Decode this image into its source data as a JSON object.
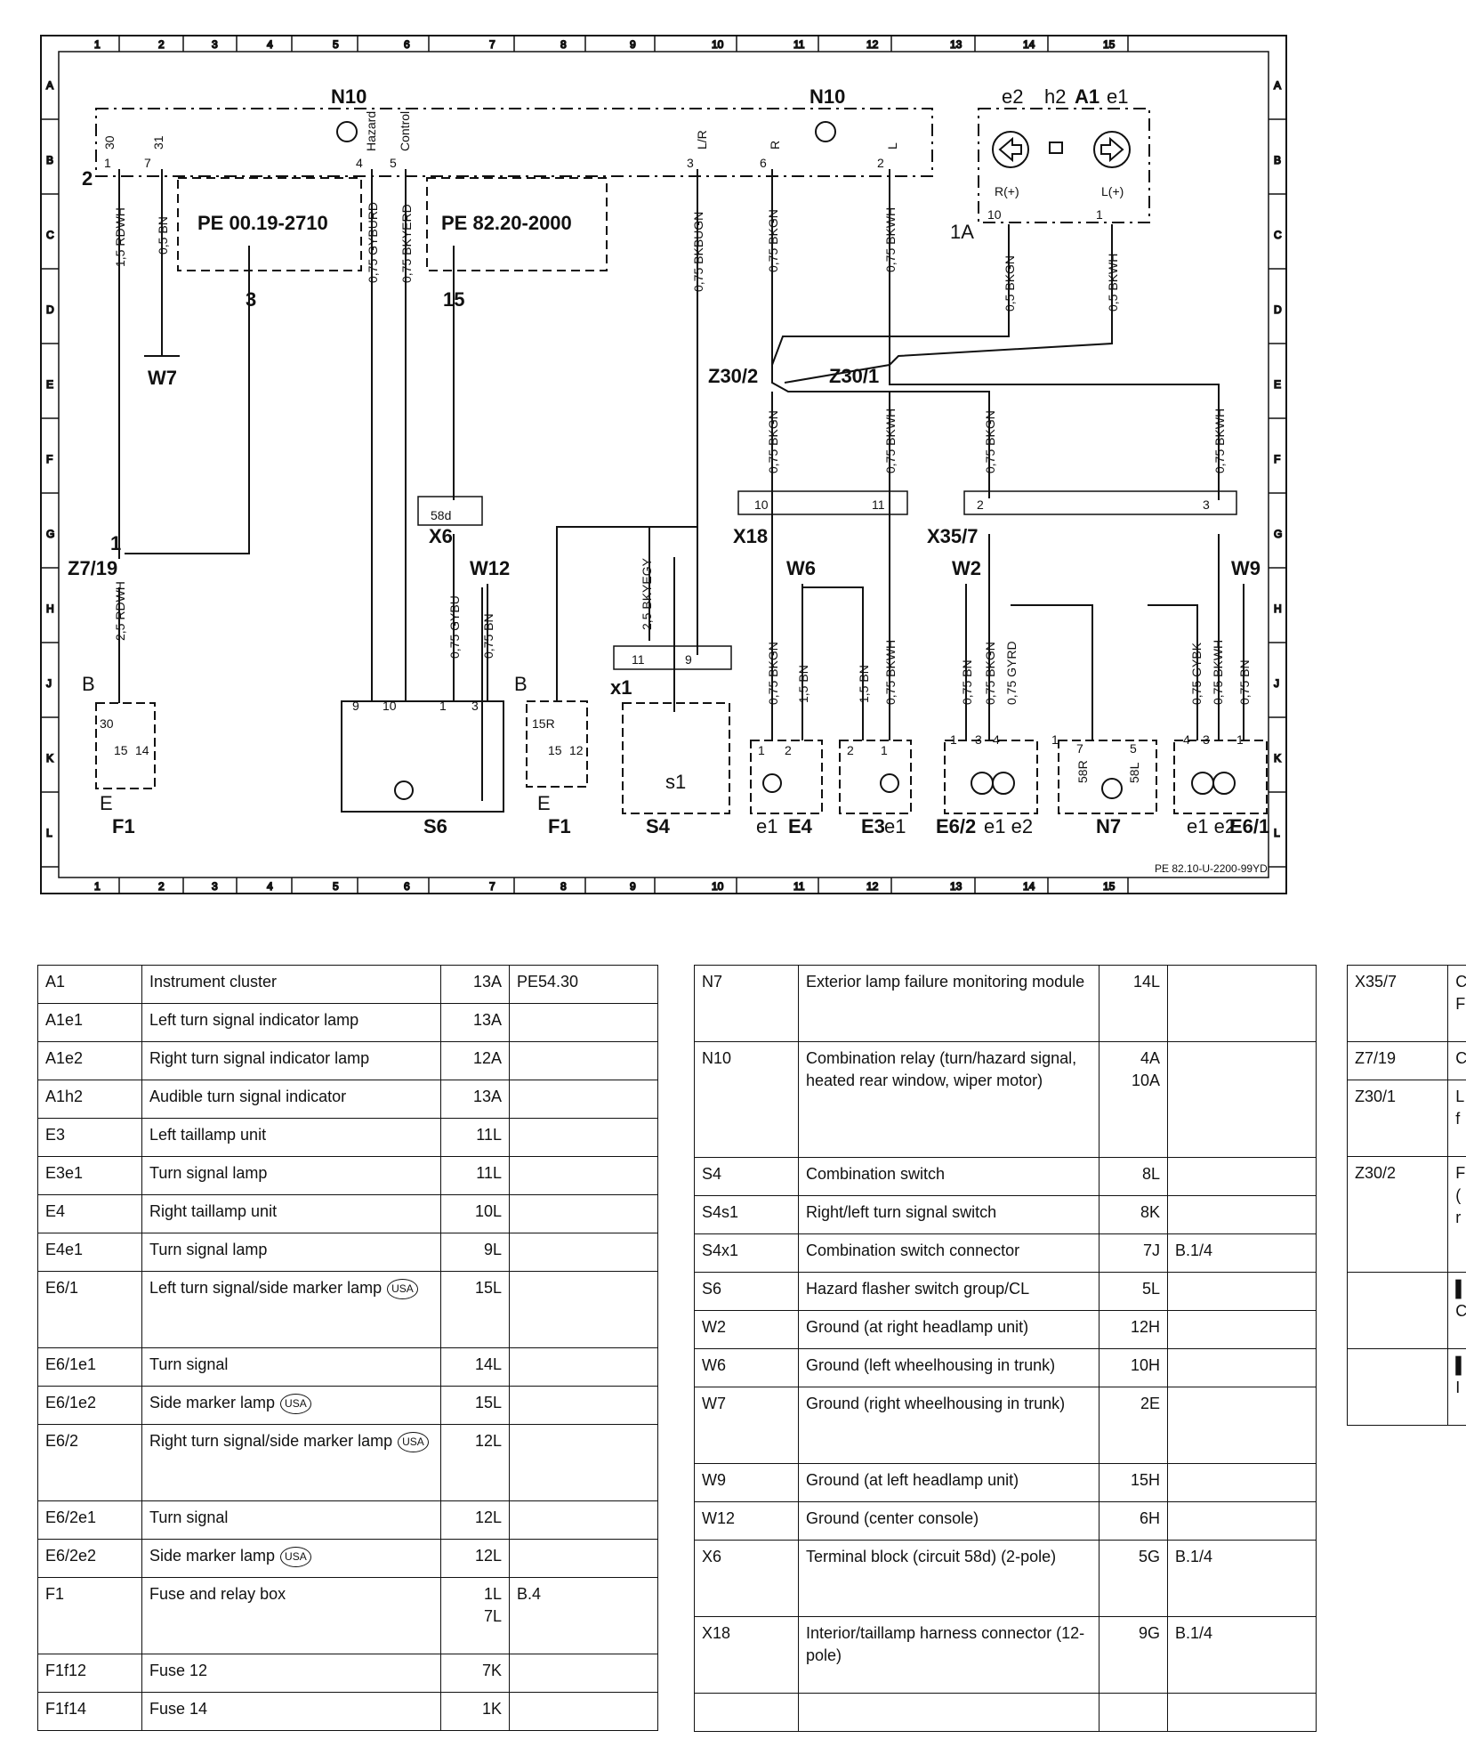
{
  "diagram": {
    "frame_numbers": [
      "1",
      "2",
      "3",
      "4",
      "5",
      "6",
      "7",
      "8",
      "9",
      "10",
      "11",
      "12",
      "13",
      "14",
      "15"
    ],
    "frame_letters": [
      "A",
      "B",
      "C",
      "D",
      "E",
      "F",
      "G",
      "H",
      "J",
      "K",
      "L"
    ],
    "components": {
      "n10_left": "N10",
      "n10_right": "N10",
      "a1": "A1",
      "a1_e2": "e2",
      "a1_h2": "h2",
      "a1_e1": "e1",
      "pe_ref_1": "PE 00.19-2710",
      "pe_ref_2": "PE 82.20-2000",
      "arrow_num_1": "3",
      "arrow_num_2": "15",
      "w7": "W7",
      "z7_19": "Z7/19",
      "z7_pin": "1",
      "x6": "X6",
      "x6_pin": "58d",
      "w12": "W12",
      "z30_2": "Z30/2",
      "z30_1": "Z30/1",
      "x18": "X18",
      "x35_7": "X35/7",
      "w6": "W6",
      "w2": "W2",
      "w9": "W9",
      "x1": "x1",
      "f1_left": "F1",
      "f1_mid": "F1",
      "s6": "S6",
      "s4": "S4",
      "s4_s1": "s1",
      "e4": "E4",
      "e3": "E3",
      "e4_e1": "e1",
      "e3_e1": "e1",
      "e6_2": "E6/2",
      "e6_2_pins": "e1 e2",
      "n7": "N7",
      "e6_1": "E6/1",
      "e6_1_pins": "e1 e2",
      "b_left": "B",
      "b_mid": "B",
      "e_left": "E",
      "e_mid": "E",
      "label_2": "2",
      "label_1a": "1A",
      "footer": "PE 82.10-U-2200-99YD"
    },
    "pins": {
      "n10_30": "30",
      "n10_31": "31",
      "n10_hazard": "Hazard",
      "n10_control": "Control",
      "n10_lr": "L/R",
      "n10_r": "R",
      "n10_l": "L",
      "n10_p1": "1",
      "n10_p7": "7",
      "n10_p4": "4",
      "n10_p5": "5",
      "n10_p3": "3",
      "n10_p6": "6",
      "n10_p2": "2",
      "a1_p10": "10",
      "a1_p1": "1",
      "a1_r": "R(+)",
      "a1_l": "L(+)",
      "x18_10": "10",
      "x18_11": "11",
      "x35_2": "2",
      "x35_3": "3",
      "s6_9": "9",
      "s6_10": "10",
      "s6_1": "1",
      "s6_3": "3",
      "x1_11": "11",
      "x1_9": "9",
      "f1_30": "30",
      "f1_15r": "15R",
      "f1_14": "14",
      "f1_12": "12",
      "f1_15a": "15",
      "f1_15b": "15",
      "e4_1": "1",
      "e4_2": "2",
      "e3_2": "2",
      "e3_1": "1",
      "e62_1": "1",
      "e62_3": "3",
      "e62_4": "4",
      "n7_1": "1",
      "n7_7": "7",
      "n7_5": "5",
      "n7_58r": "58R",
      "n7_58l": "58L",
      "e61_4": "4",
      "e61_3": "3",
      "e61_1": "1"
    },
    "wires": {
      "w1": "1,5 RDWH",
      "w2": "0,5 BN",
      "w3": "0,75 GYBURD",
      "w4": "0,75 BKYERD",
      "w5": "0,75 BKBUGN",
      "w6": "0,75 BKGN",
      "w7": "0,75 BKWH",
      "w8": "0,5 BKGN",
      "w9": "0,5 BKWH",
      "w10": "0,75 BKGN",
      "w11": "0,75 BKWH",
      "w12": "0,75 BKGN",
      "w13": "0,75 BKWH",
      "w14": "2,5 RDWH",
      "w15": "0,75 GYBU",
      "w16": "0,75 BN",
      "w17": "2,5 BKYEGY",
      "w18": "0,75 BKGN",
      "w19": "1,5 BN",
      "w20": "1,5 BN",
      "w21": "0,75 BKWH",
      "w22": "0,75 BN",
      "w23": "0,75 BKGN",
      "w24": "0,75 GYRD",
      "w25": "0,75 GYBK",
      "w26": "0,75 BKWH",
      "w27": "0,75 BN"
    }
  },
  "legend": {
    "table1": [
      {
        "code": "A1",
        "desc": "Instrument cluster",
        "loc": [
          "13A"
        ],
        "ref": "PE54.30"
      },
      {
        "code": "A1e1",
        "desc": "Left turn signal indicator lamp",
        "loc": [
          "13A"
        ],
        "ref": ""
      },
      {
        "code": "A1e2",
        "desc": "Right turn signal indicator lamp",
        "loc": [
          "12A"
        ],
        "ref": ""
      },
      {
        "code": "A1h2",
        "desc": "Audible turn signal indicator",
        "loc": [
          "13A"
        ],
        "ref": ""
      },
      {
        "code": "E3",
        "desc": "Left taillamp unit",
        "loc": [
          "11L"
        ],
        "ref": ""
      },
      {
        "code": "E3e1",
        "desc": "Turn signal lamp",
        "loc": [
          "11L"
        ],
        "ref": ""
      },
      {
        "code": "E4",
        "desc": "Right taillamp unit",
        "loc": [
          "10L"
        ],
        "ref": ""
      },
      {
        "code": "E4e1",
        "desc": "Turn signal lamp",
        "loc": [
          "9L"
        ],
        "ref": ""
      },
      {
        "code": "E6/1",
        "desc": "Left turn signal/side marker lamp",
        "usa": "USA",
        "loc": [
          "15L"
        ],
        "ref": "",
        "h": 86
      },
      {
        "code": "E6/1e1",
        "desc": "Turn signal",
        "loc": [
          "14L"
        ],
        "ref": ""
      },
      {
        "code": "E6/1e2",
        "desc": "Side marker lamp",
        "usa": "USA",
        "loc": [
          "15L"
        ],
        "ref": ""
      },
      {
        "code": "E6/2",
        "desc": "Right turn signal/side marker lamp",
        "usa": "USA",
        "loc": [
          "12L"
        ],
        "ref": "",
        "h": 86
      },
      {
        "code": "E6/2e1",
        "desc": "Turn signal",
        "loc": [
          "12L"
        ],
        "ref": ""
      },
      {
        "code": "E6/2e2",
        "desc": "Side marker lamp",
        "usa": "USA",
        "loc": [
          "12L"
        ],
        "ref": ""
      },
      {
        "code": "F1",
        "desc": "Fuse and relay box",
        "loc": [
          "1L",
          "7L"
        ],
        "ref": "B.4",
        "h": 86
      },
      {
        "code": "F1f12",
        "desc": "Fuse 12",
        "loc": [
          "7K"
        ],
        "ref": ""
      },
      {
        "code": "F1f14",
        "desc": "Fuse 14",
        "loc": [
          "1K"
        ],
        "ref": ""
      }
    ],
    "table2": [
      {
        "code": "N7",
        "desc": "Exterior lamp failure monitoring module",
        "loc": [
          "14L"
        ],
        "ref": "",
        "h": 86
      },
      {
        "code": "N10",
        "desc": "Combination relay (turn/hazard signal,\nheated rear window, wiper motor)",
        "loc": [
          "4A",
          "10A"
        ],
        "ref": "",
        "h": 130
      },
      {
        "code": "S4",
        "desc": "Combination switch",
        "loc": [
          "8L"
        ],
        "ref": ""
      },
      {
        "code": "S4s1",
        "desc": "Right/left turn signal switch",
        "loc": [
          "8K"
        ],
        "ref": ""
      },
      {
        "code": "S4x1",
        "desc": "Combination switch connector",
        "loc": [
          "7J"
        ],
        "ref": "B.1/4"
      },
      {
        "code": "S6",
        "desc": "Hazard flasher switch group/CL",
        "loc": [
          "5L"
        ],
        "ref": ""
      },
      {
        "code": "W2",
        "desc": "Ground (at right headlamp unit)",
        "loc": [
          "12H"
        ],
        "ref": ""
      },
      {
        "code": "W6",
        "desc": "Ground (left wheelhousing in trunk)",
        "loc": [
          "10H"
        ],
        "ref": ""
      },
      {
        "code": "W7",
        "desc": "Ground (right wheelhousing in trunk)",
        "loc": [
          "2E"
        ],
        "ref": "",
        "h": 86
      },
      {
        "code": "W9",
        "desc": "Ground (at left headlamp unit)",
        "loc": [
          "15H"
        ],
        "ref": ""
      },
      {
        "code": "W12",
        "desc": "Ground (center console)",
        "loc": [
          "6H"
        ],
        "ref": ""
      },
      {
        "code": "X6",
        "desc": "Terminal block (circuit 58d) (2-pole)",
        "loc": [
          "5G"
        ],
        "ref": "B.1/4",
        "h": 86
      },
      {
        "code": "X18",
        "desc": "Interior/taillamp harness connector (12-pole)",
        "loc": [
          "9G"
        ],
        "ref": "B.1/4",
        "h": 86
      },
      {
        "code": "",
        "desc": "",
        "loc": [
          ""
        ],
        "ref": ""
      }
    ],
    "table3": [
      {
        "code": "X35/7",
        "desc": "C\nF",
        "h": 86
      },
      {
        "code": "Z7/19",
        "desc": "C"
      },
      {
        "code": "Z30/1",
        "desc": "L\nf",
        "h": 86
      },
      {
        "code": "Z30/2",
        "desc": "F\n(\nr",
        "h": 130
      },
      {
        "code": "",
        "desc": "▌\nC",
        "h": 86
      },
      {
        "code": "",
        "desc": "▌\nI",
        "h": 86
      }
    ]
  }
}
